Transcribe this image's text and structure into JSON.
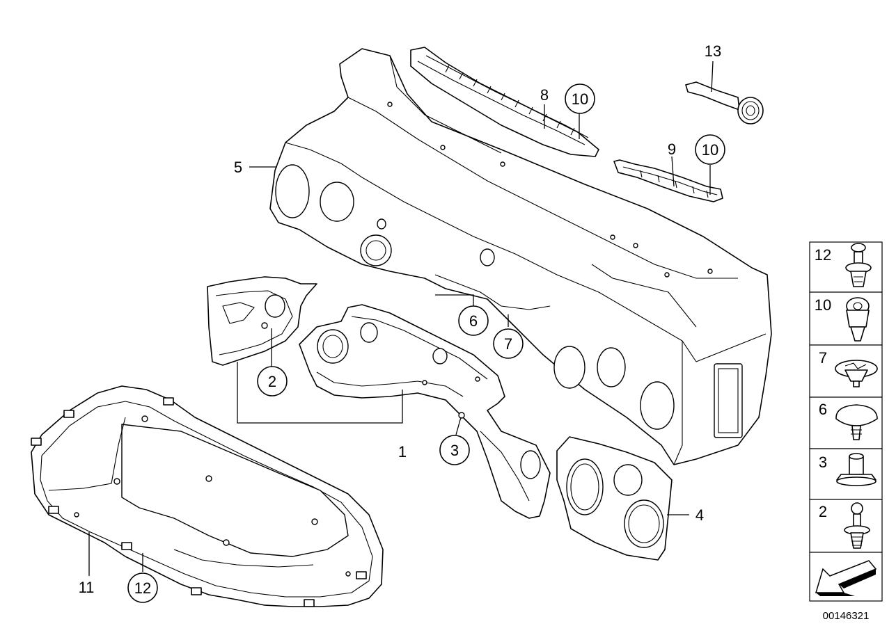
{
  "diagram": {
    "document_number": "00146321",
    "callouts": [
      {
        "id": "c1",
        "text": "1",
        "circled": false
      },
      {
        "id": "c2",
        "text": "2",
        "circled": true
      },
      {
        "id": "c3",
        "text": "3",
        "circled": true
      },
      {
        "id": "c4",
        "text": "4",
        "circled": false
      },
      {
        "id": "c5",
        "text": "5",
        "circled": false
      },
      {
        "id": "c6",
        "text": "6",
        "circled": true
      },
      {
        "id": "c7",
        "text": "7",
        "circled": true
      },
      {
        "id": "c8",
        "text": "8",
        "circled": false
      },
      {
        "id": "c9",
        "text": "9",
        "circled": false
      },
      {
        "id": "c10a",
        "text": "10",
        "circled": true
      },
      {
        "id": "c10b",
        "text": "10",
        "circled": true
      },
      {
        "id": "c11",
        "text": "11",
        "circled": false
      },
      {
        "id": "c12",
        "text": "12",
        "circled": true
      },
      {
        "id": "c13",
        "text": "13",
        "circled": false
      }
    ],
    "legend": [
      {
        "label": "12",
        "icon": "push-rivet-clip-icon"
      },
      {
        "label": "10",
        "icon": "expanding-rivet-icon"
      },
      {
        "label": "7",
        "icon": "spring-clip-icon"
      },
      {
        "label": "6",
        "icon": "mushroom-clip-icon"
      },
      {
        "label": "3",
        "icon": "expanding-nut-icon"
      },
      {
        "label": "2",
        "icon": "fir-tree-clip-icon"
      },
      {
        "label": "",
        "icon": "arrow-left-down-icon"
      }
    ]
  }
}
